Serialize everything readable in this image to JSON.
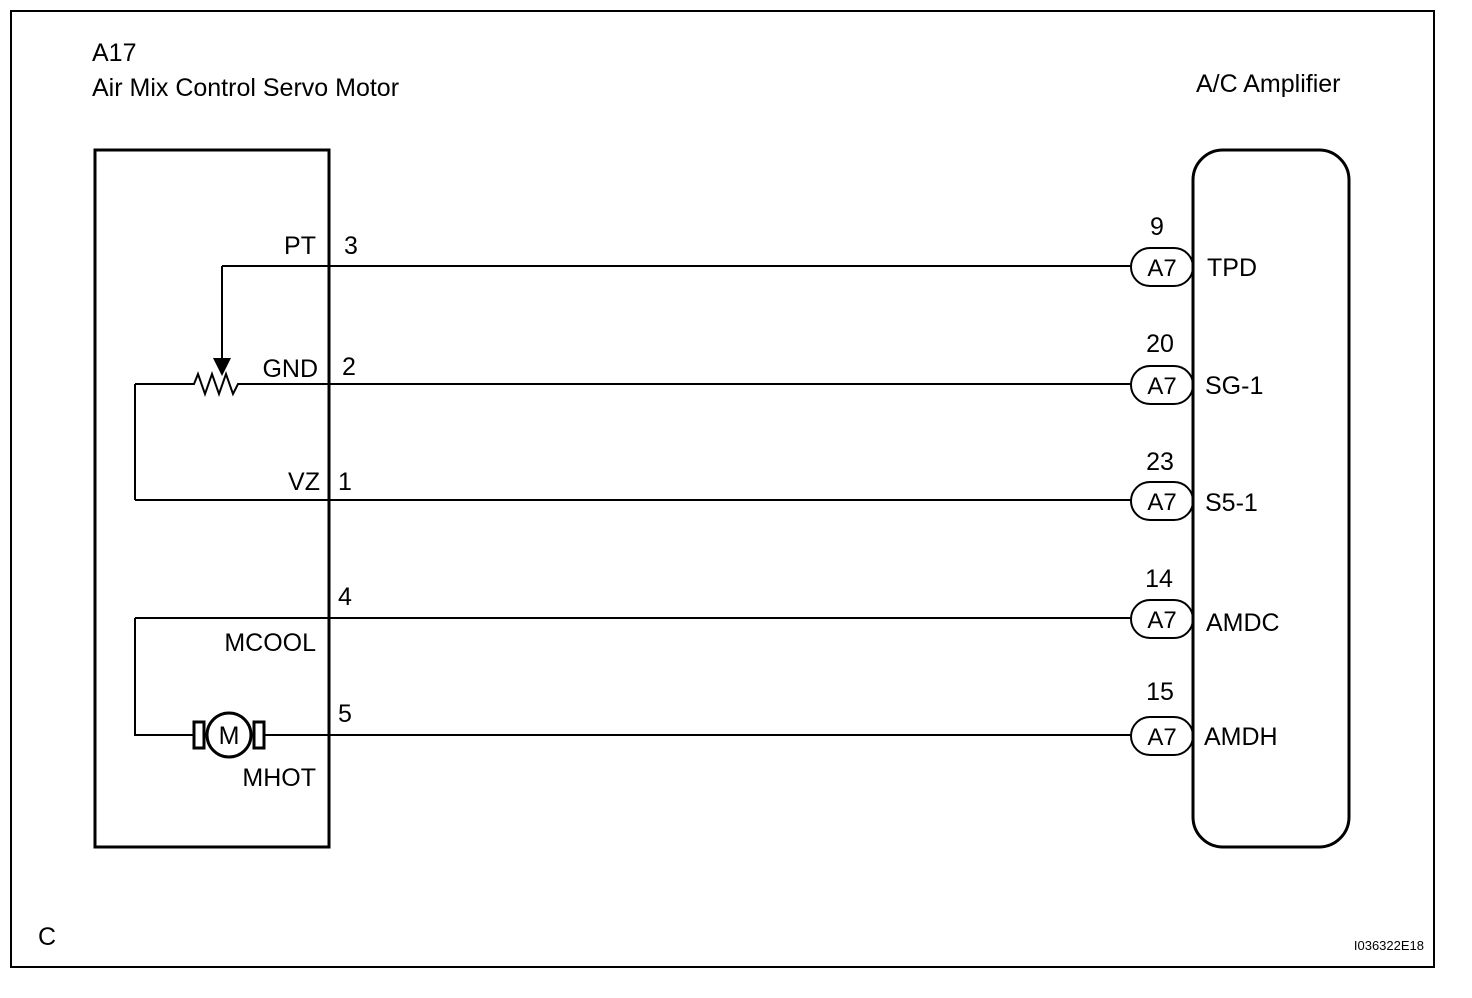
{
  "motor": {
    "code": "A17",
    "name": "Air Mix Control Servo Motor",
    "symbol_letter": "M"
  },
  "amplifier": {
    "name": "A/C Amplifier"
  },
  "connector_code": "A7",
  "wires": [
    {
      "motor_terminal": "PT",
      "motor_pin": "3",
      "amp_pin": "9",
      "amp_terminal": "TPD"
    },
    {
      "motor_terminal": "GND",
      "motor_pin": "2",
      "amp_pin": "20",
      "amp_terminal": "SG-1"
    },
    {
      "motor_terminal": "VZ",
      "motor_pin": "1",
      "amp_pin": "23",
      "amp_terminal": "S5-1"
    },
    {
      "motor_terminal": "",
      "motor_pin": "4",
      "amp_pin": "14",
      "amp_terminal": "AMDC"
    },
    {
      "motor_terminal": "",
      "motor_pin": "5",
      "amp_pin": "15",
      "amp_terminal": "AMDH"
    }
  ],
  "motor_labels": {
    "mcool": "MCOOL",
    "mhot": "MHOT"
  },
  "corner_letter": "C",
  "figure_id": "I036322E18"
}
